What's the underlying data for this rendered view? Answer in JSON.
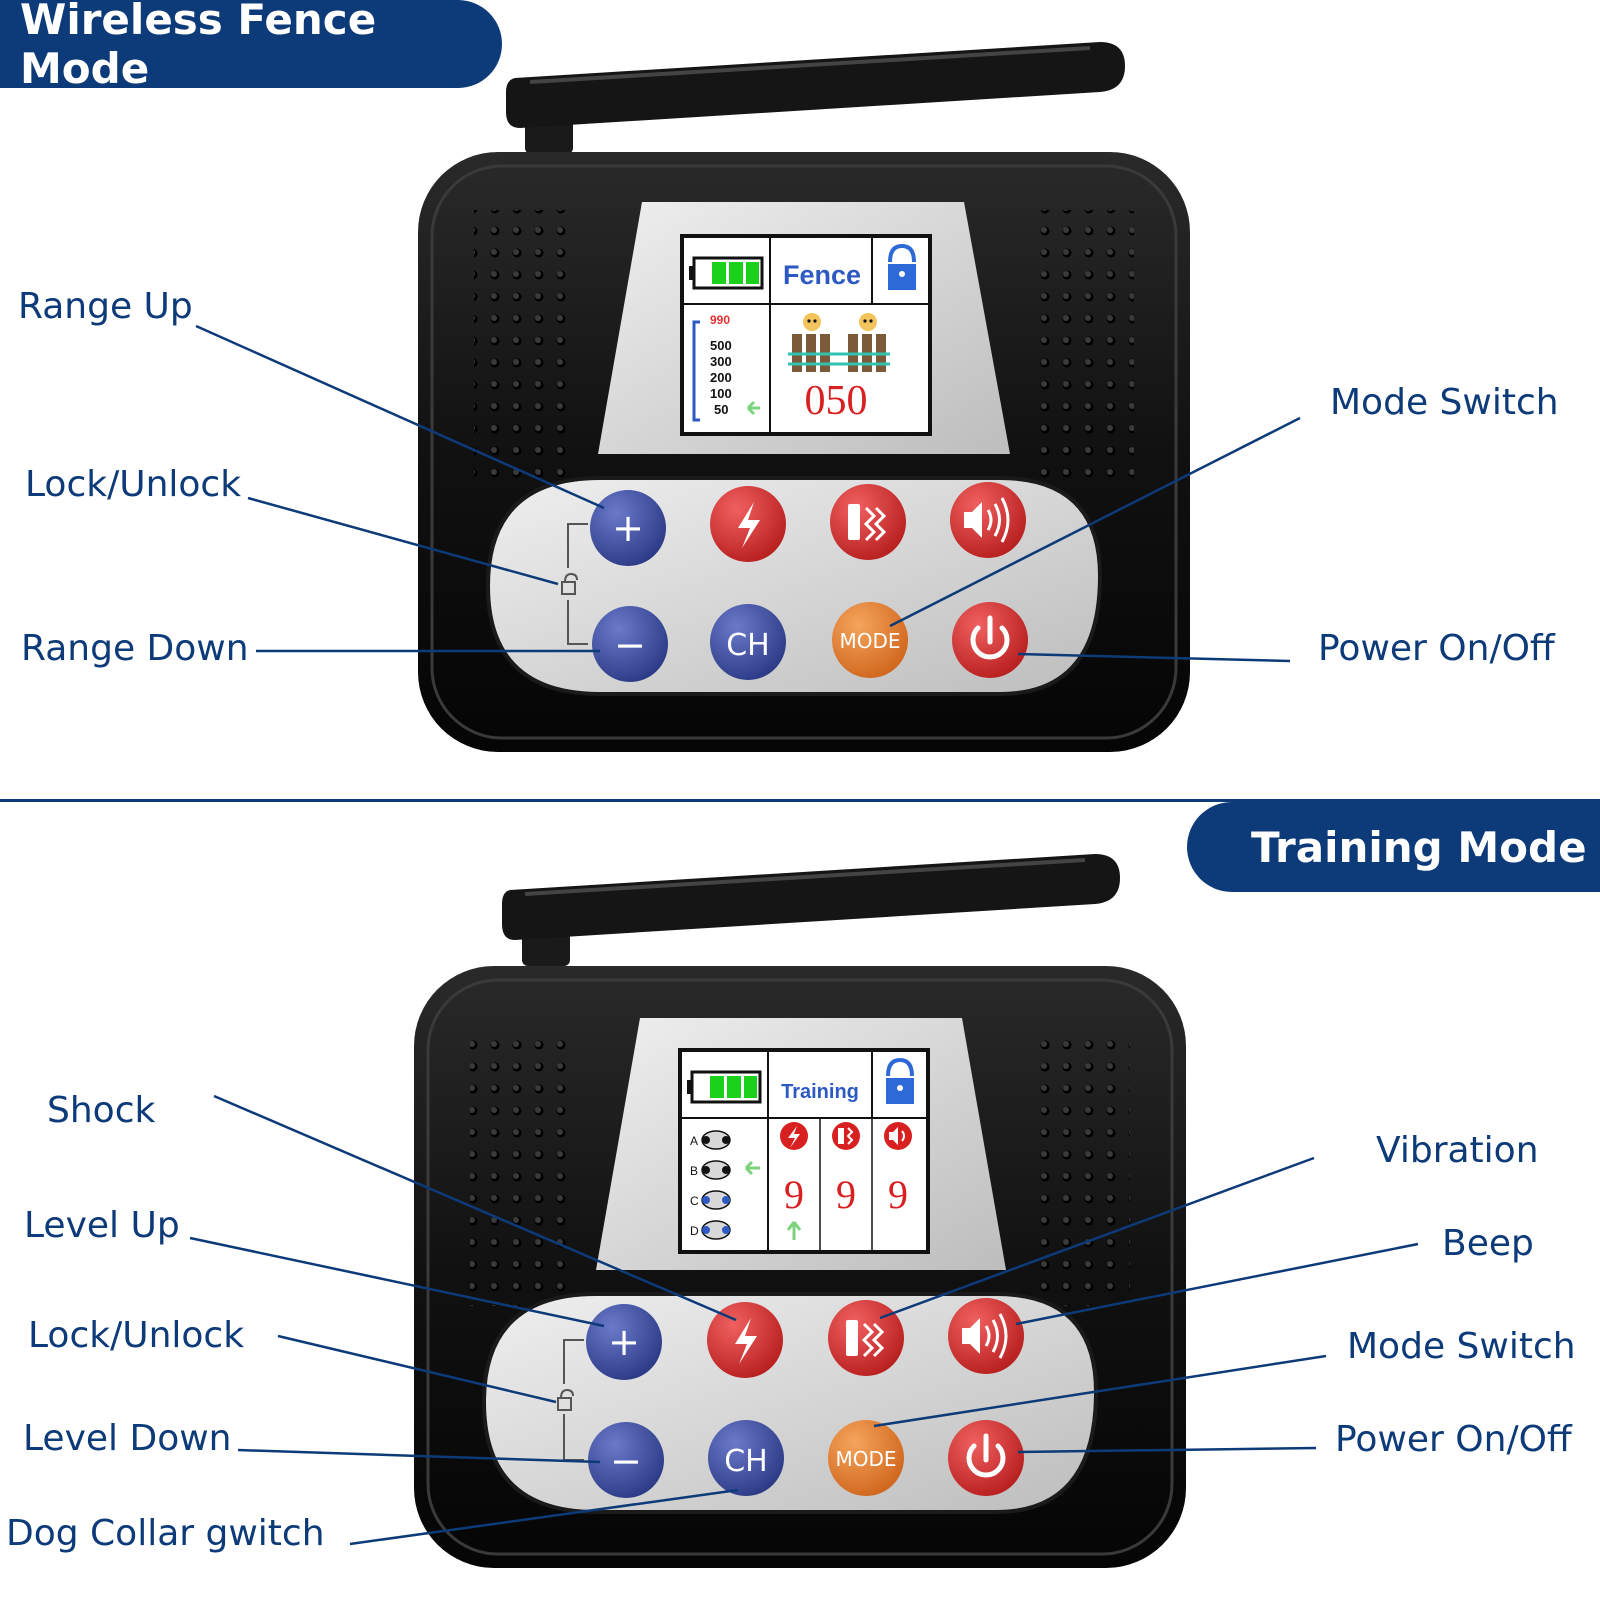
{
  "colors": {
    "brand_navy": "#0d3a78",
    "button_blue": "#3a4a9a",
    "button_red": "#d12e2e",
    "button_orange": "#e0782a",
    "device_black": "#141414",
    "panel_silver": "#d9d9d9",
    "battery_green": "#1bd11b"
  },
  "fence_mode": {
    "banner": "Wireless Fence Mode",
    "labels": {
      "range_up": "Range Up",
      "lock_unlock": "Lock/Unlock",
      "range_down": "Range Down",
      "mode_switch": "Mode Switch",
      "power": "Power On/Off"
    },
    "screen": {
      "title": "Fence",
      "scale": [
        "990",
        "500",
        "300",
        "200",
        "100",
        "50"
      ],
      "value": "050"
    }
  },
  "training_mode": {
    "banner": "Training Mode",
    "labels": {
      "shock": "Shock",
      "level_up": "Level Up",
      "lock_unlock": "Lock/Unlock",
      "level_down": "Level Down",
      "collar_switch": "Dog Collar gwitch",
      "vibration": "Vibration",
      "beep": "Beep",
      "mode_switch": "Mode Switch",
      "power": "Power On/Off"
    },
    "screen": {
      "title": "Training",
      "channels": [
        "A",
        "B",
        "C",
        "D"
      ],
      "levels": [
        "9",
        "9",
        "9"
      ]
    }
  },
  "buttons": {
    "plus": "+",
    "minus": "−",
    "channel": "CH",
    "mode": "MODE"
  },
  "icons": {
    "battery": "battery-full-icon",
    "lock": "unlock-icon",
    "shock": "lightning-icon",
    "vibration": "vibration-icon",
    "beep": "speaker-icon",
    "power": "power-icon",
    "fence": "fence-dog-icon",
    "dog": "dog-face-icon",
    "arrow": "arrow-left-icon"
  }
}
